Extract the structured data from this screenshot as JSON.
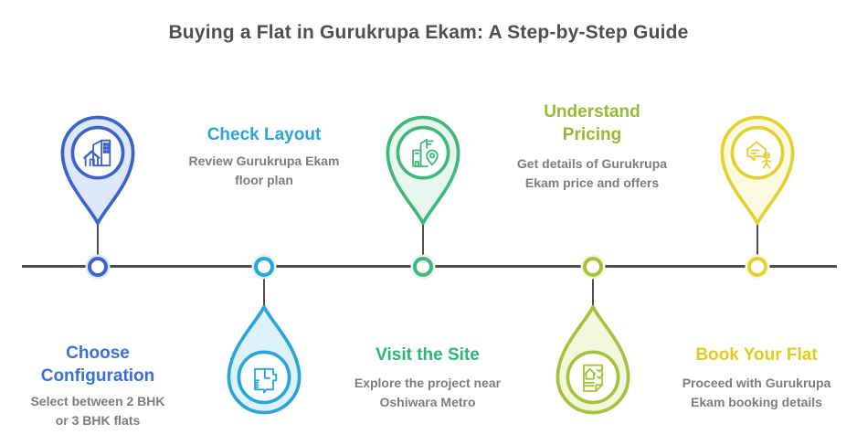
{
  "title": "Buying a Flat in Gurukrupa Ekam: A Step-by-Step Guide",
  "colors": {
    "background": "#ffffff",
    "timeline": "#4e4e4e",
    "title_text": "#4f4f4f",
    "description_text": "#7d7d7d"
  },
  "steps": [
    {
      "heading": "Choose\nConfiguration",
      "description": "Select between 2 BHK\nor 3 BHK flats",
      "accent": "#3c63c9",
      "heading_color": "#3a70d8",
      "pin_fill": "#dde9fa",
      "icon": "buildings-icon",
      "pin_side": "above-line",
      "text_side": "below-line"
    },
    {
      "heading": "Check Layout",
      "description": "Review Gurukrupa Ekam\nfloor plan",
      "accent": "#29a5de",
      "heading_color": "#29a5de",
      "pin_fill": "#def2fb",
      "icon": "floor-plan-icon",
      "pin_side": "below-line",
      "text_side": "above-line"
    },
    {
      "heading": "Visit the Site",
      "description": "Explore the project near\nOshiwara Metro",
      "accent": "#41b77c",
      "heading_color": "#2eb573",
      "pin_fill": "#e7f6ee",
      "icon": "city-location-icon",
      "pin_side": "above-line",
      "text_side": "below-line"
    },
    {
      "heading": "Understand\nPricing",
      "description": "Get details of Gurukrupa\nEkam price and offers",
      "accent": "#a4c23e",
      "heading_color": "#96ba33",
      "pin_fill": "#f3f8dd",
      "icon": "document-checklist-icon",
      "pin_side": "below-line",
      "text_side": "above-line"
    },
    {
      "heading": "Book Your Flat",
      "description": "Proceed with Gurukrupa\nEkam booking details",
      "accent": "#e4d02e",
      "heading_color": "#e2ca22",
      "pin_fill": "#fcf9e1",
      "icon": "house-agent-icon",
      "pin_side": "above-line",
      "text_side": "below-line"
    }
  ]
}
